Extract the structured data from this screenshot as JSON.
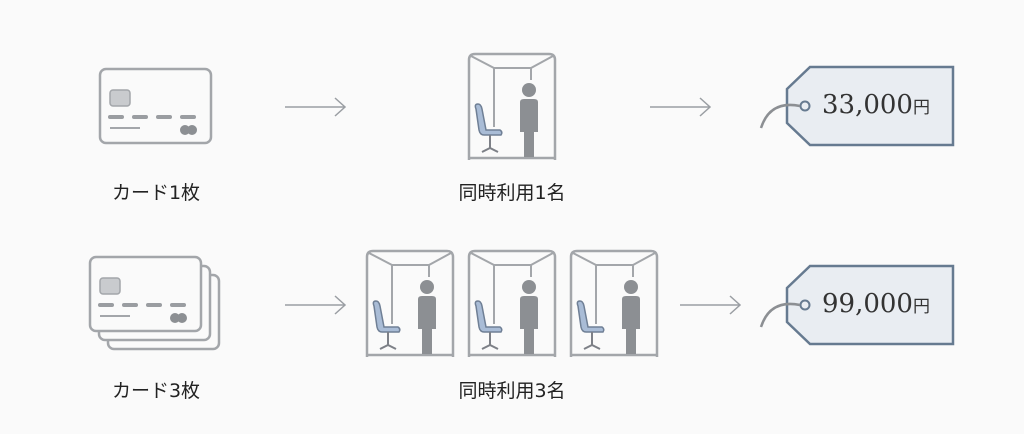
{
  "rows": [
    {
      "cards_label": "カード1枚",
      "usage_label": "同時利用1名",
      "price": "33,000",
      "currency": "円",
      "card_count": 1,
      "booth_count": 1
    },
    {
      "cards_label": "カード3枚",
      "usage_label": "同時利用3名",
      "price": "99,000",
      "currency": "円",
      "card_count": 3,
      "booth_count": 3
    }
  ],
  "colors": {
    "line": "#9a9ea3",
    "chair": "#a9bcd6",
    "tag_fill": "#e9edf2",
    "tag_border": "#667a90",
    "person": "#8c8f93"
  }
}
